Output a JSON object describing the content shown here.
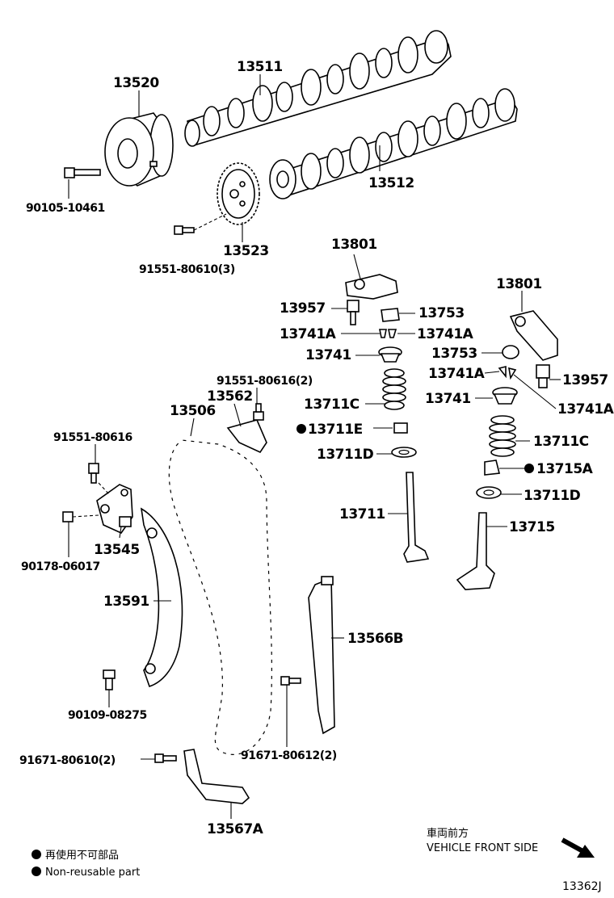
{
  "labels": {
    "p13520": "13520",
    "p13511": "13511",
    "p13512": "13512",
    "p90105": "90105-10461",
    "p13523": "13523",
    "p91551_3": "91551-80610(3)",
    "p13801a": "13801",
    "p13801b": "13801",
    "p13957a": "13957",
    "p13957b": "13957",
    "p13753a": "13753",
    "p13753b": "13753",
    "p13741Aa": "13741A",
    "p13741Ab": "13741A",
    "p13741Ac": "13741A",
    "p13741Ad": "13741A",
    "p13741a": "13741",
    "p13741b": "13741",
    "p91551_2": "91551-80616(2)",
    "p13562": "13562",
    "p13506": "13506",
    "p13711Ca": "13711C",
    "p13711Cb": "13711C",
    "p13711E": "13711E",
    "p13711Da": "13711D",
    "p13711Db": "13711D",
    "p13715A": "13715A",
    "p13711": "13711",
    "p13715": "13715",
    "p91551_80616": "91551-80616",
    "p13545": "13545",
    "p90178": "90178-06017",
    "p13591": "13591",
    "p13566B": "13566B",
    "p90109": "90109-08275",
    "p91671_2": "91671-80610(2)",
    "p91671_80612": "91671-80612(2)",
    "p13567A": "13567A"
  },
  "legend": {
    "jp": "再使用不可部品",
    "en": "Non-reusable part"
  },
  "front": {
    "jp": "車両前方",
    "en": "VEHICLE FRONT SIDE"
  },
  "figure_id": "13362J"
}
